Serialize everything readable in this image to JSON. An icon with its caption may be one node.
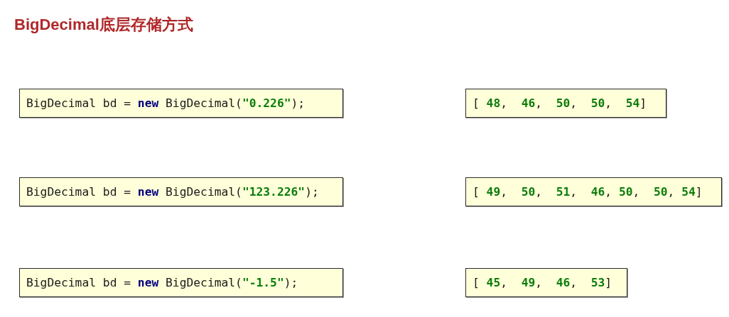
{
  "diagram": {
    "title": "BigDecimal底层存储方式",
    "nodes": [
      {
        "text": [
          "BigDecimal bd = **new** BigDecimal(**\"0.226\"**);"
        ]
      },
      {
        "text": [
          "[ **48**,  **46**,  **50**,  **50**,  **54**]"
        ]
      },
      {
        "text": [
          "BigDecimal bd = **new** BigDecimal(**\"123.226\"**);"
        ]
      },
      {
        "text": [
          "[ **49**,  **50**,  **51**,  **46**, **50**,  **50**, **54**]"
        ]
      },
      {
        "text": [
          "BigDecimal bd = **new** BigDecimal(**\"-1.5\"**);"
        ]
      },
      {
        "text": [
          "[ **45**,  **49**,  **46**,  **53**]"
        ]
      }
    ]
  }
}
